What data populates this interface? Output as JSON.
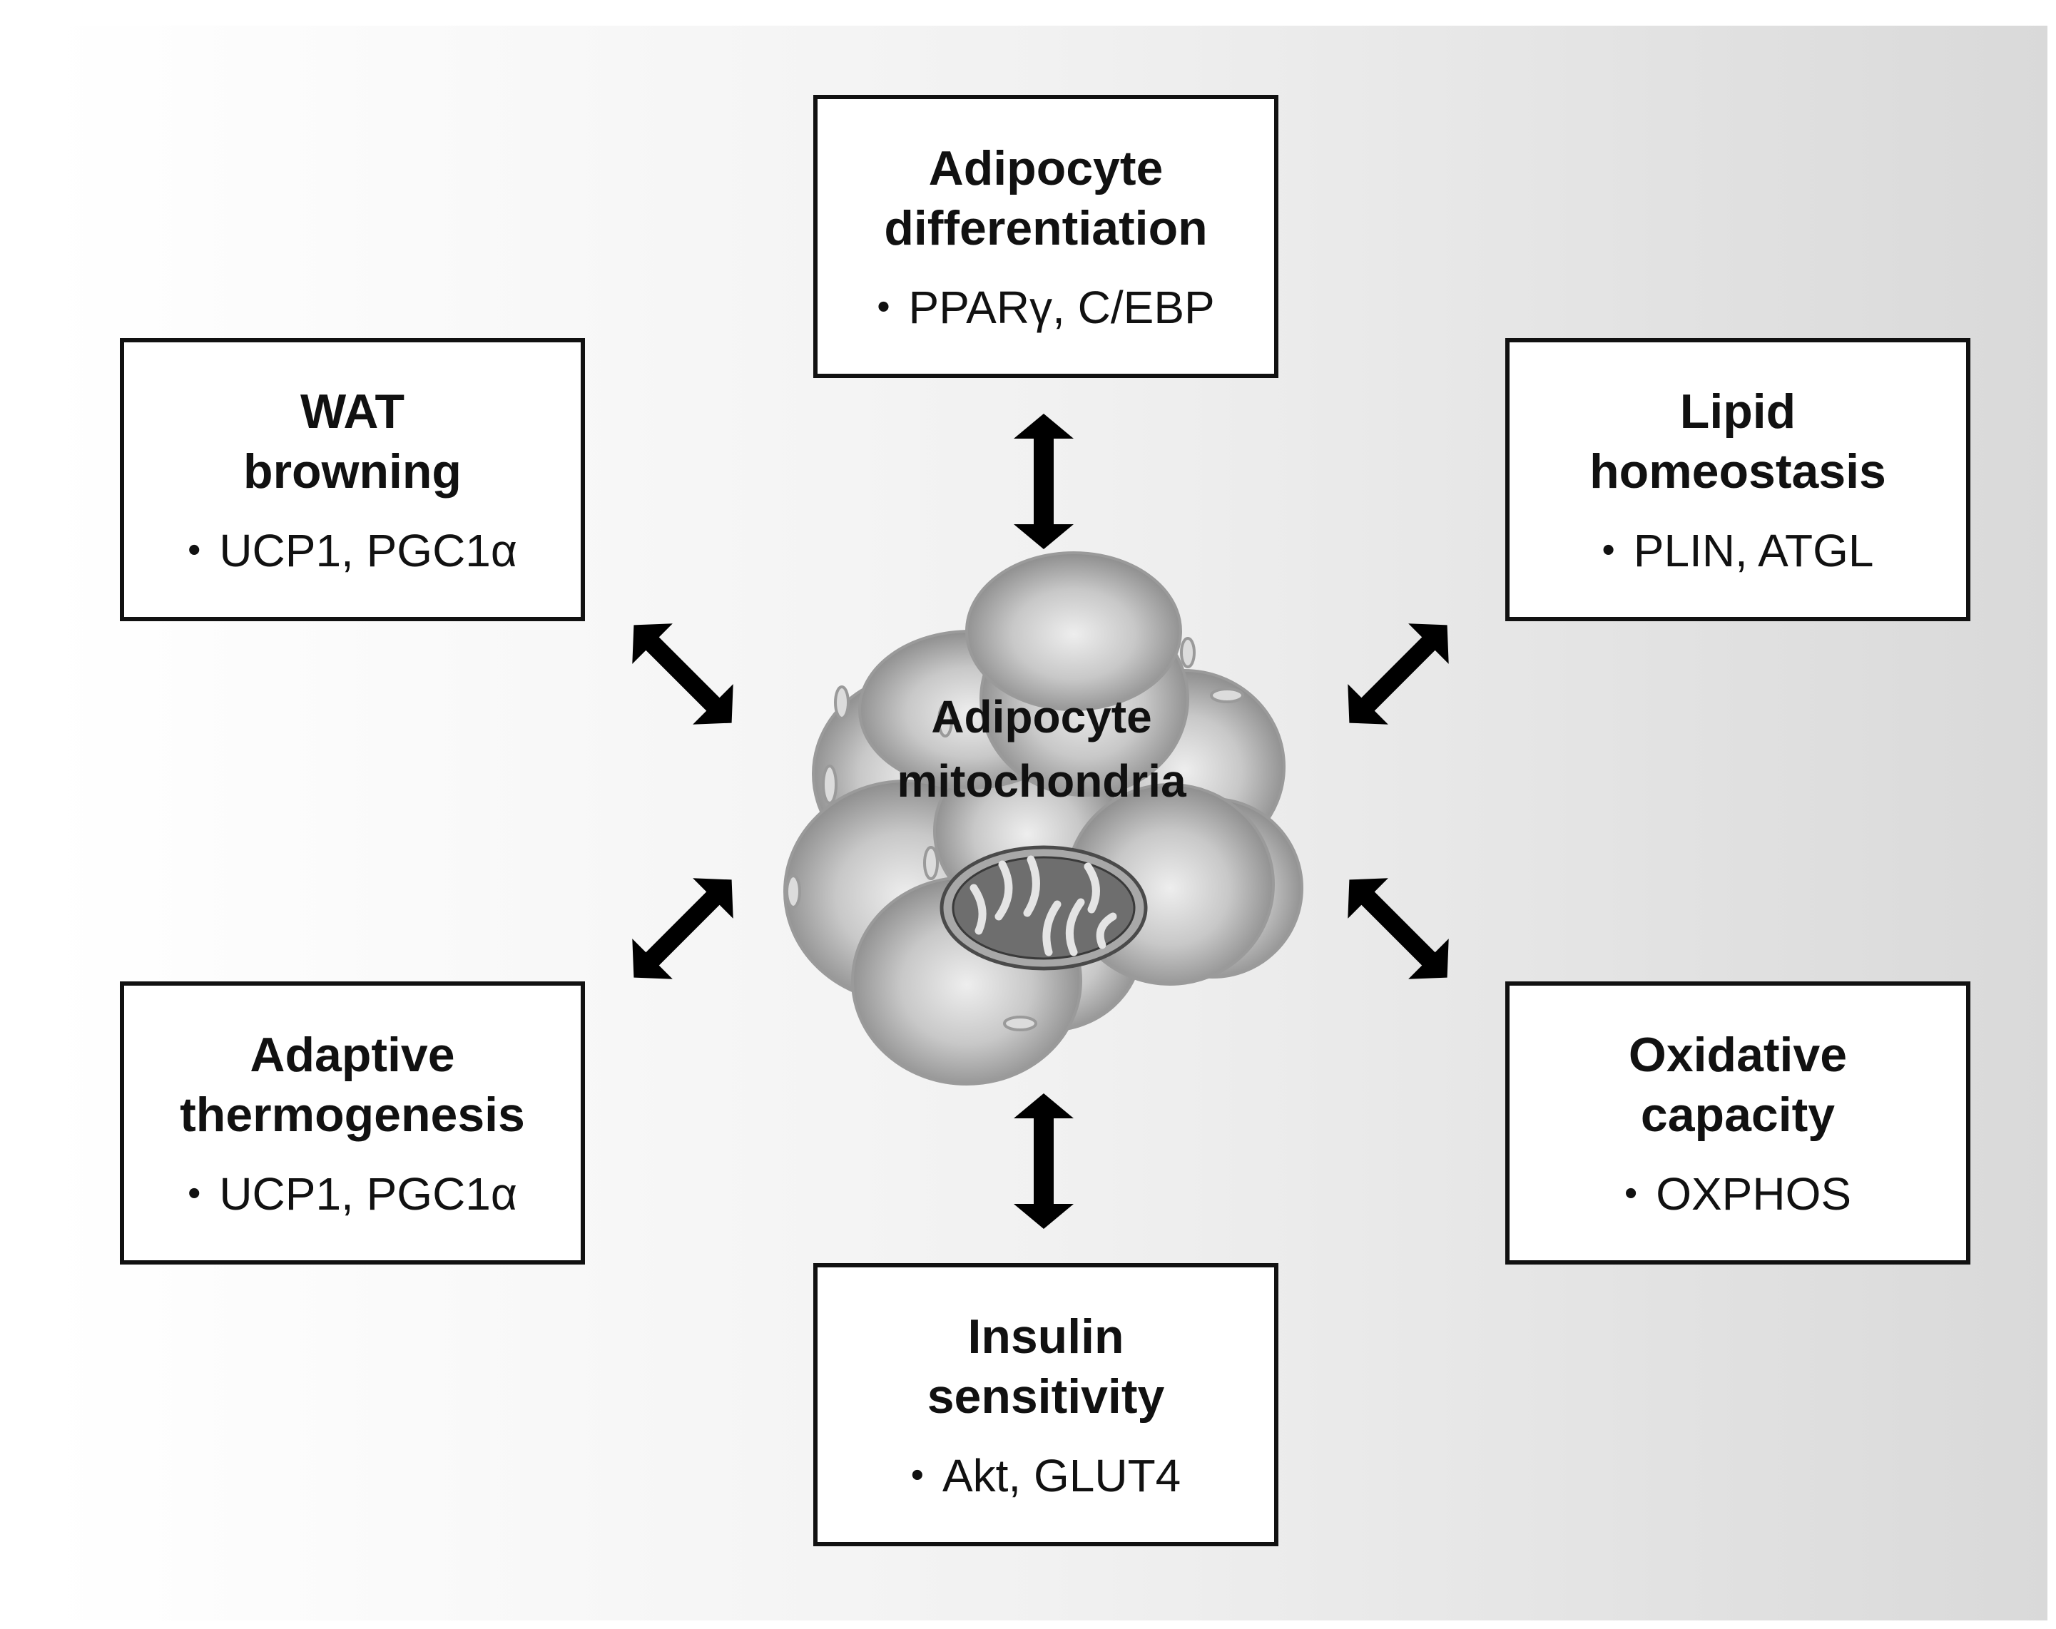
{
  "center": {
    "label": "Adipocyte\nmitochondria"
  },
  "boxes": {
    "differentiation": {
      "title": "Adipocyte\ndifferentiation",
      "item": "PPARγ, C/EBP"
    },
    "browning": {
      "title": "WAT\nbrowning",
      "item": "UCP1, PGC1α"
    },
    "lipid": {
      "title": "Lipid\nhomeostasis",
      "item": "PLIN, ATGL"
    },
    "thermogenesis": {
      "title": "Adaptive\nthermogenesis",
      "item": "UCP1, PGC1α"
    },
    "oxidative": {
      "title": "Oxidative\ncapacity",
      "item": "OXPHOS"
    },
    "insulin": {
      "title": "Insulin\nsensitivity",
      "item": "Akt, GLUT4"
    }
  },
  "bullet": "•",
  "colors": {
    "border": "#111111",
    "arrow": "#000000",
    "cell": "#b5b5b5",
    "mito": "#6e6e6e"
  }
}
